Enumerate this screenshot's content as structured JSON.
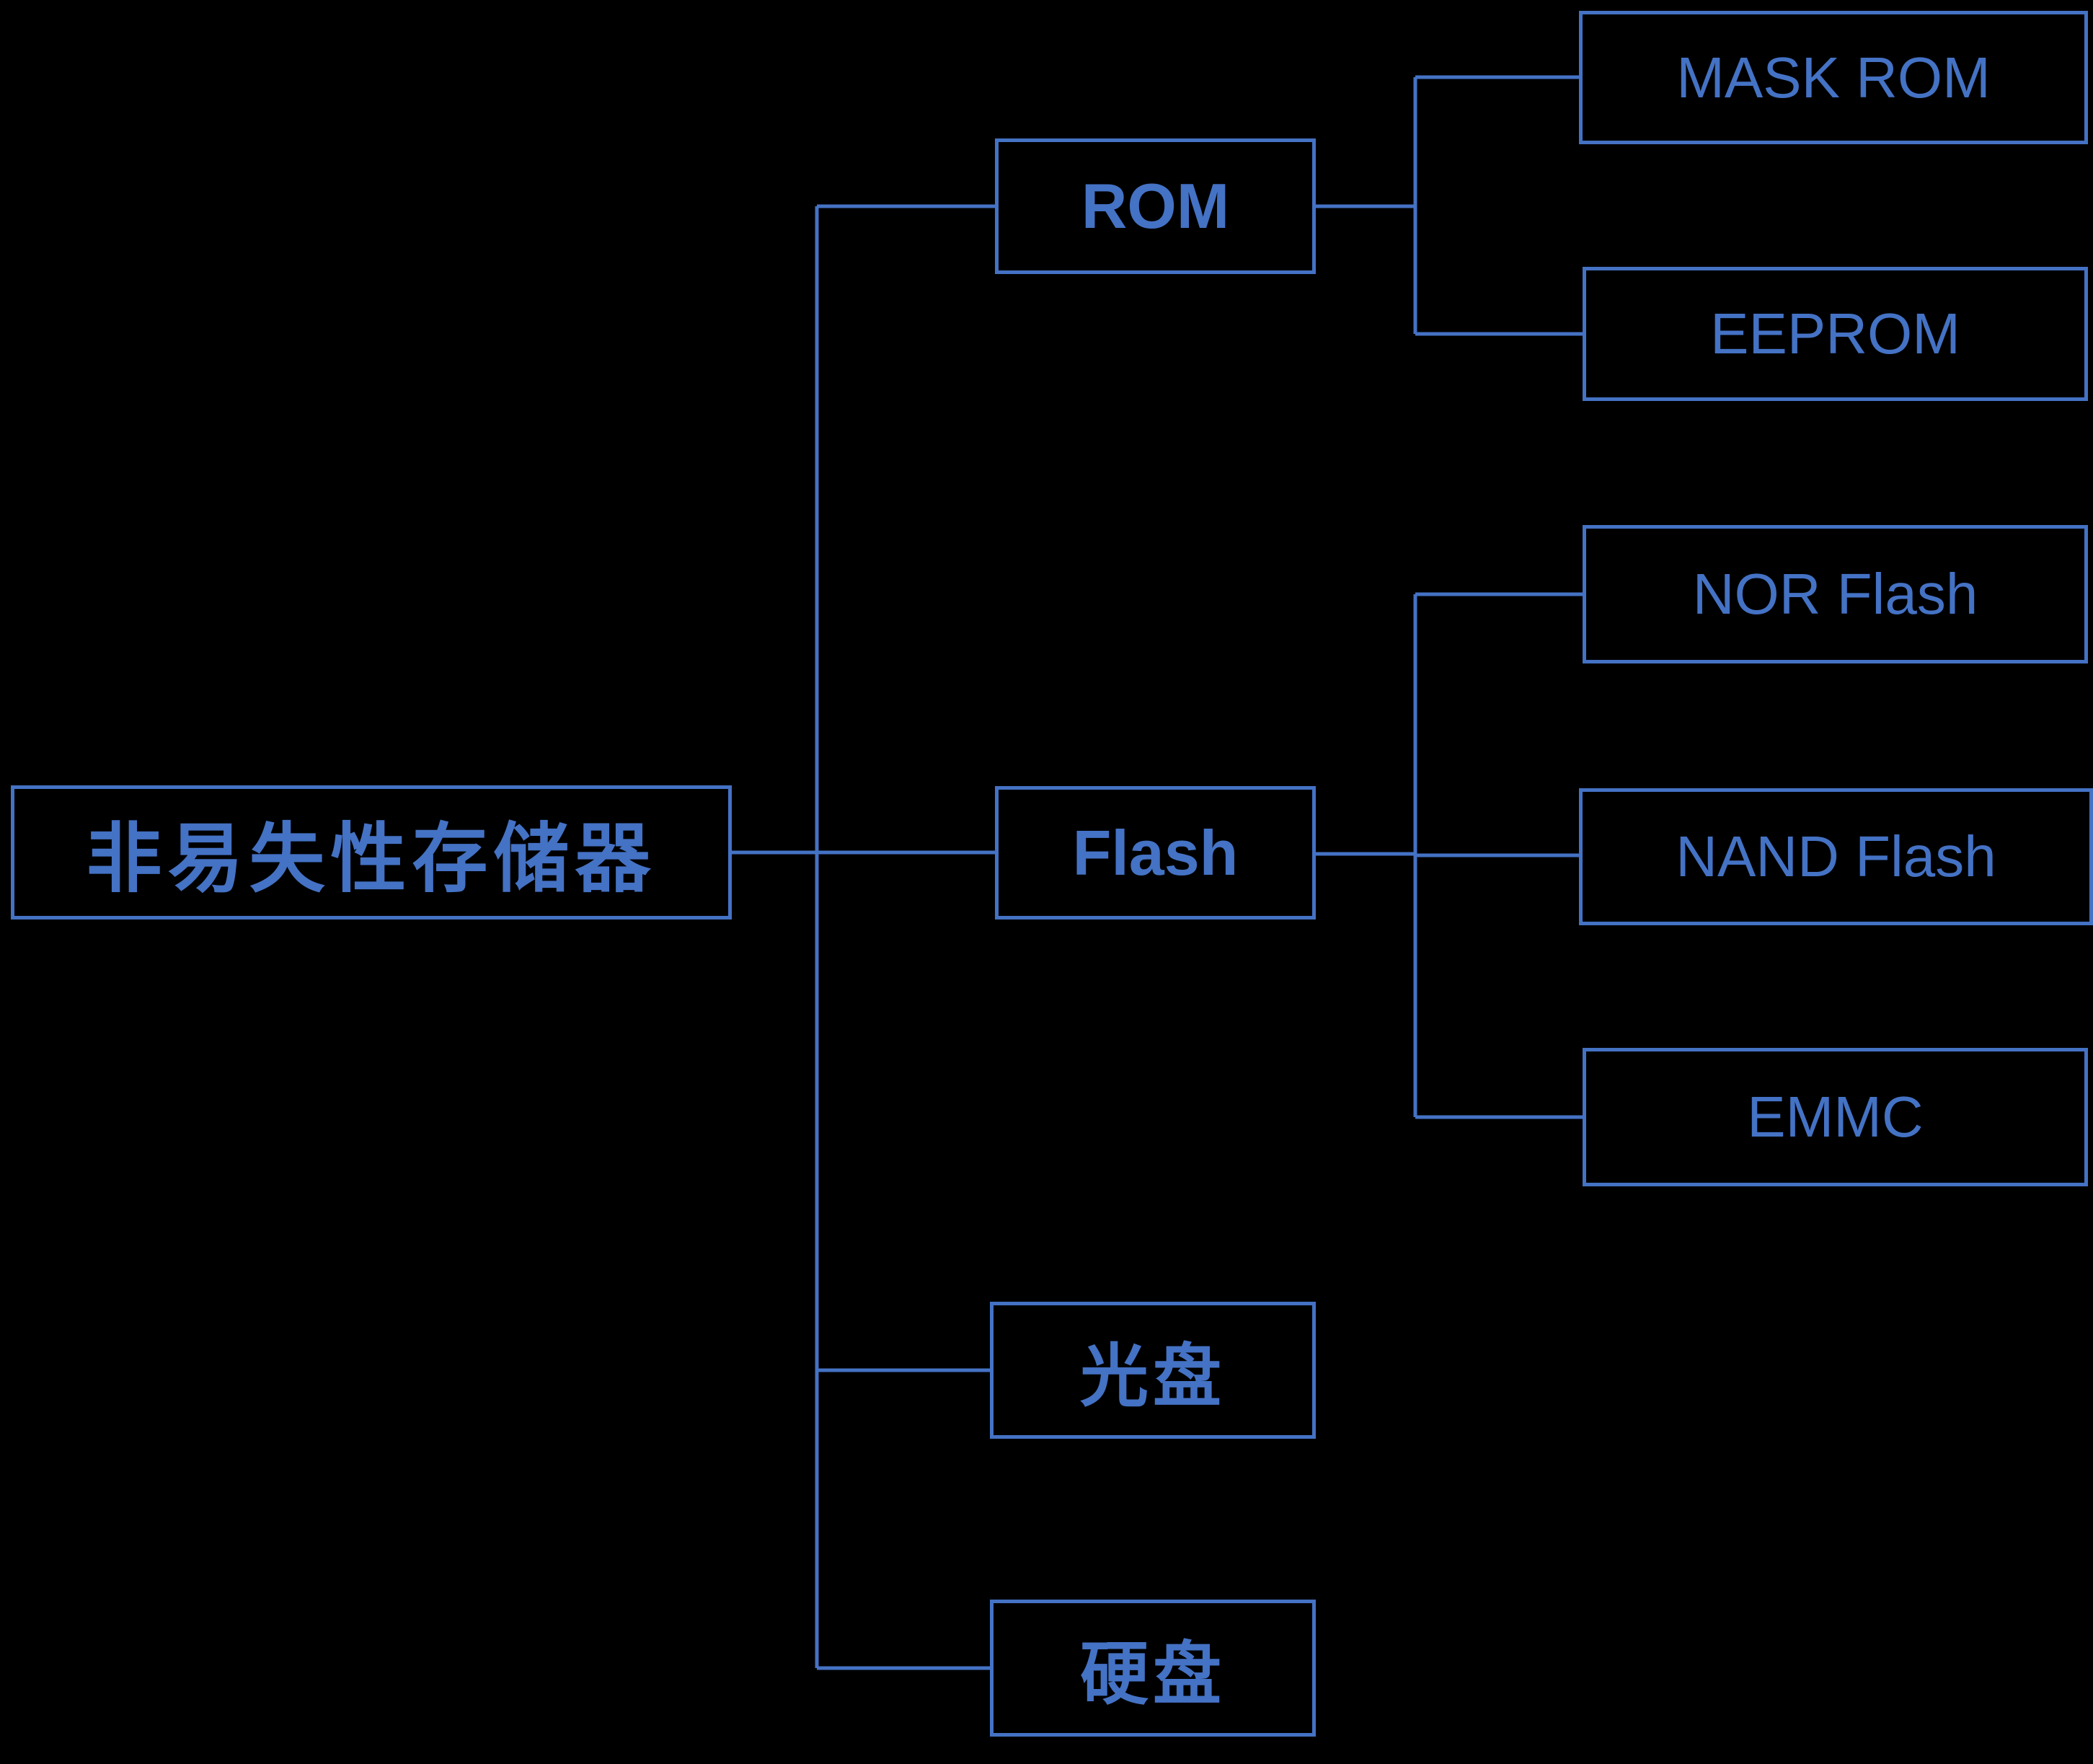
{
  "diagram": {
    "title": "",
    "colors": {
      "accent": "#4472C4",
      "background": "#000000"
    },
    "root": {
      "label": "非易失性存储器"
    },
    "children": [
      {
        "label": "ROM",
        "children": [
          {
            "label": "MASK ROM"
          },
          {
            "label": "EEPROM"
          }
        ]
      },
      {
        "label": "Flash",
        "children": [
          {
            "label": "NOR Flash"
          },
          {
            "label": "NAND Flash"
          },
          {
            "label": "EMMC"
          }
        ]
      },
      {
        "label": "光盘",
        "children": []
      },
      {
        "label": "硬盘",
        "children": []
      }
    ]
  }
}
